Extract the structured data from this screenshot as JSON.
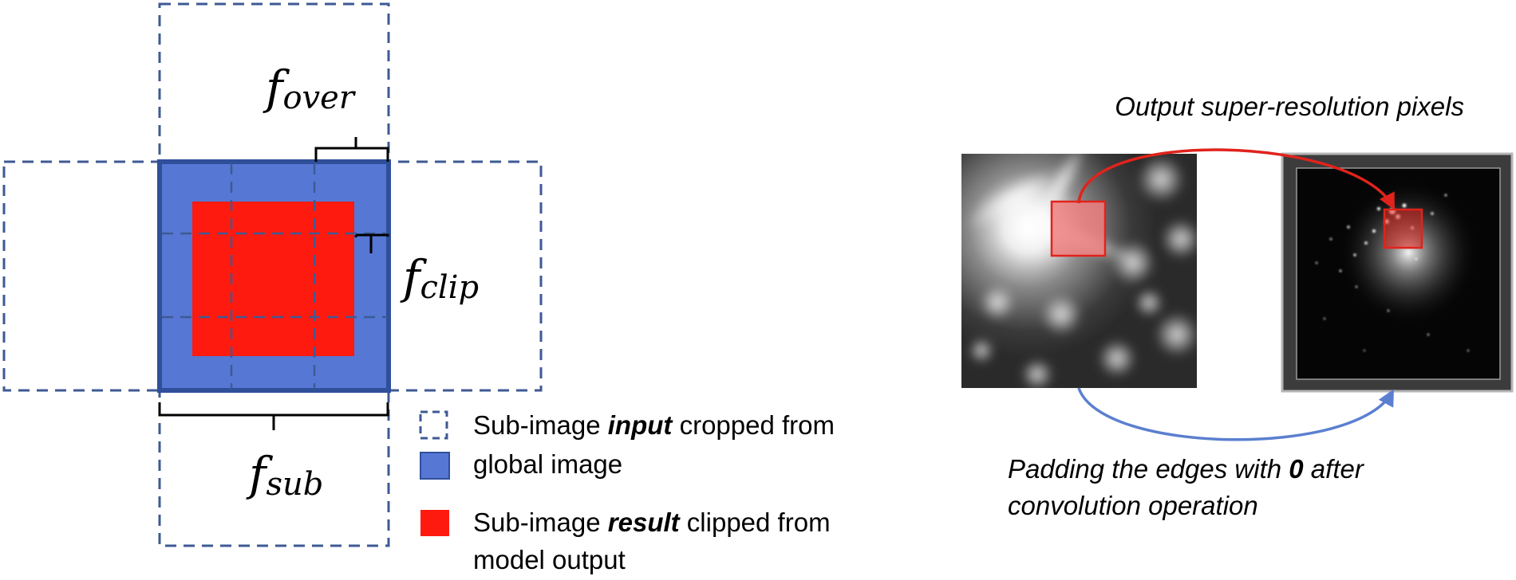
{
  "symbols": {
    "f_over": {
      "base": "f",
      "sub": "over"
    },
    "f_clip": {
      "base": "f",
      "sub": "clip"
    },
    "f_sub": {
      "base": "f",
      "sub": "sub"
    }
  },
  "legend": {
    "input_item": {
      "line1_pre": "Sub-image ",
      "line1_emph": "input",
      "line1_post": " cropped from",
      "line2": "global image"
    },
    "result_item": {
      "line1_pre": "Sub-image ",
      "line1_emph": "result",
      "line1_post": " clipped from",
      "line2": "model output"
    }
  },
  "right_panel": {
    "top_caption": "Output super-resolution pixels",
    "bottom_caption_line1_pre": "Padding the edges with ",
    "bottom_caption_line1_emph": "0",
    "bottom_caption_line1_post": " after",
    "bottom_caption_line2": "convolution operation"
  },
  "colors": {
    "dash_blue": "#3e5a94",
    "fill_blue": "#5677d4",
    "border_blue": "#2f4f9a",
    "clip_red": "#ff1a10",
    "arrow_red": "#e0231c",
    "arrow_blue": "#5b7fd0",
    "highlight_fill": "#f08080"
  }
}
